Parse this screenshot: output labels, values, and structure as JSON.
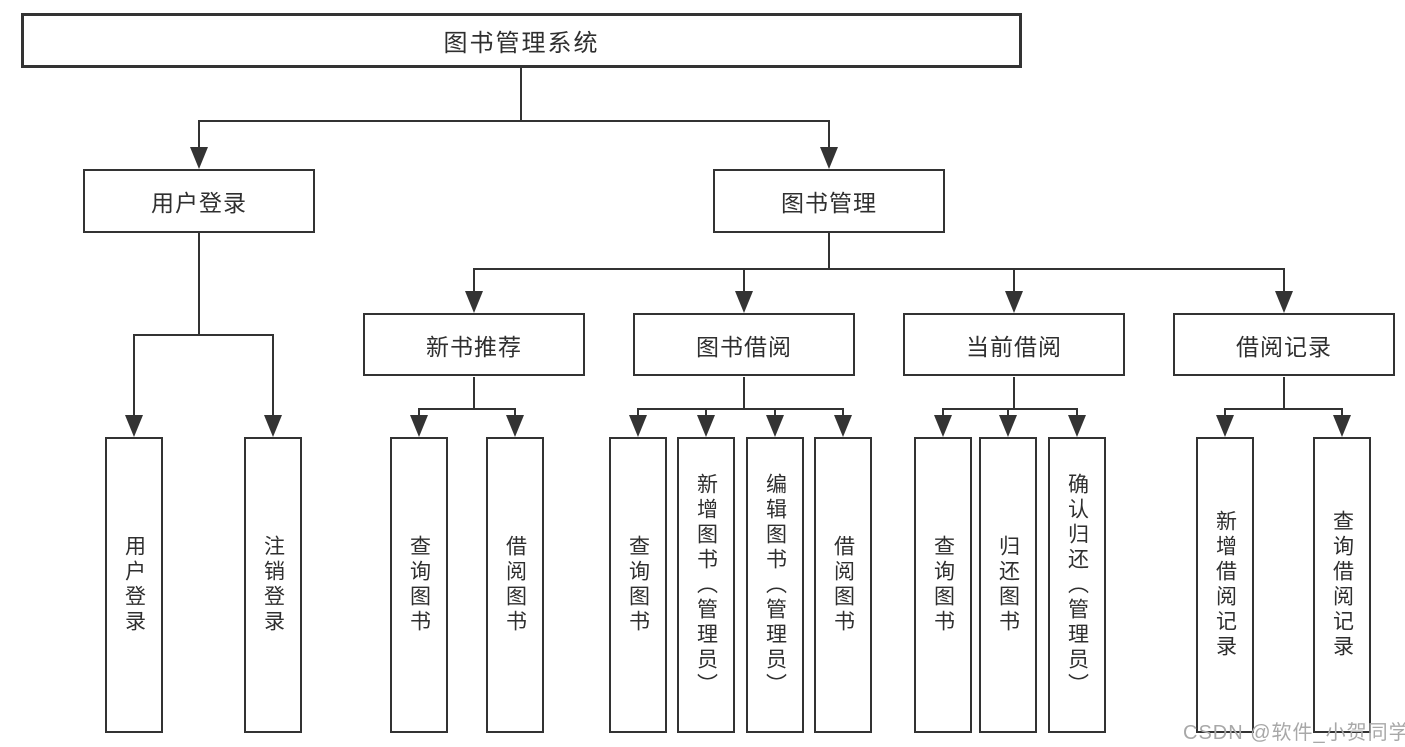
{
  "root": {
    "label": "图书管理系统"
  },
  "user": {
    "label": "用户登录",
    "children": [
      "用户登录",
      "注销登录"
    ]
  },
  "management": {
    "label": "图书管理"
  },
  "sections": [
    {
      "label": "新书推荐",
      "children": [
        "查询图书",
        "借阅图书"
      ]
    },
    {
      "label": "图书借阅",
      "children": [
        "查询图书",
        "新增图书（管理员）",
        "编辑图书（管理员）",
        "借阅图书"
      ]
    },
    {
      "label": "当前借阅",
      "children": [
        "查询图书",
        "归还图书",
        "确认归还（管理员）"
      ]
    },
    {
      "label": "借阅记录",
      "children": [
        "新增借阅记录",
        "查询借阅记录"
      ]
    }
  ],
  "watermark": "CSDN @软件_小贺同学",
  "colors": {
    "line": "#333333",
    "text": "#2f2f2f",
    "watermark": "#a8a8a8",
    "background": "#ffffff"
  }
}
